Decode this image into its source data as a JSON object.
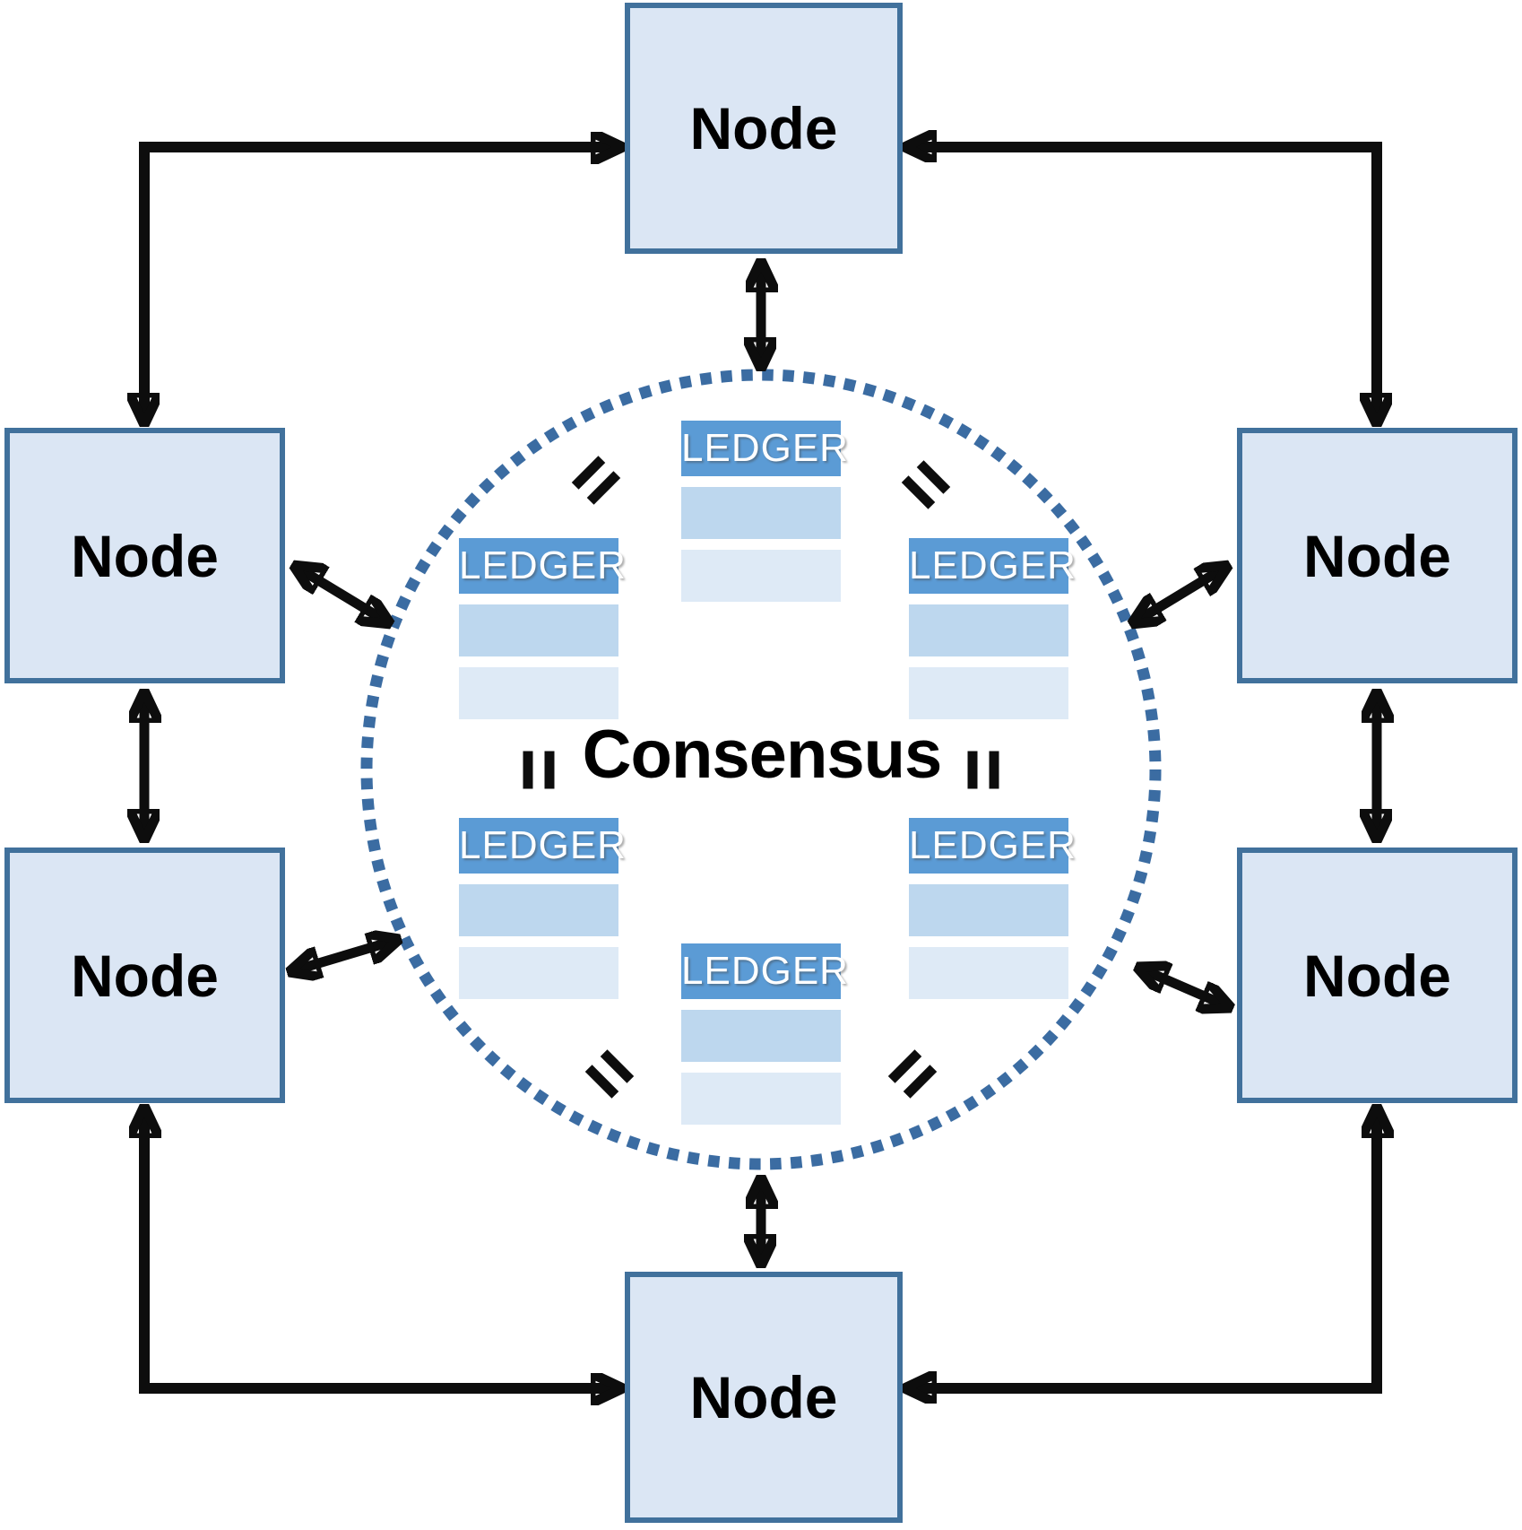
{
  "center": {
    "consensus_label": "Consensus"
  },
  "nodes": [
    {
      "id": "node-top",
      "label": "Node"
    },
    {
      "id": "node-left-upper",
      "label": "Node"
    },
    {
      "id": "node-right-upper",
      "label": "Node"
    },
    {
      "id": "node-left-lower",
      "label": "Node"
    },
    {
      "id": "node-right-lower",
      "label": "Node"
    },
    {
      "id": "node-bottom",
      "label": "Node"
    }
  ],
  "ledgers": [
    {
      "id": "ledger-top-center",
      "label": "LEDGER"
    },
    {
      "id": "ledger-upper-left",
      "label": "LEDGER"
    },
    {
      "id": "ledger-upper-right",
      "label": "LEDGER"
    },
    {
      "id": "ledger-lower-left",
      "label": "LEDGER"
    },
    {
      "id": "ledger-lower-right",
      "label": "LEDGER"
    },
    {
      "id": "ledger-bottom-center",
      "label": "LEDGER"
    }
  ],
  "edges": [
    {
      "from": "node-left-upper",
      "to": "node-top",
      "bidirectional": true,
      "style": "corner"
    },
    {
      "from": "node-top",
      "to": "node-right-upper",
      "bidirectional": true,
      "style": "corner"
    },
    {
      "from": "node-left-lower",
      "to": "node-bottom",
      "bidirectional": true,
      "style": "corner"
    },
    {
      "from": "node-bottom",
      "to": "node-right-lower",
      "bidirectional": true,
      "style": "corner"
    },
    {
      "from": "node-left-upper",
      "to": "node-left-lower",
      "bidirectional": true,
      "style": "straight"
    },
    {
      "from": "node-right-upper",
      "to": "node-right-lower",
      "bidirectional": true,
      "style": "straight"
    },
    {
      "from": "node-top",
      "to": "consensus",
      "bidirectional": true,
      "style": "straight"
    },
    {
      "from": "node-bottom",
      "to": "consensus",
      "bidirectional": true,
      "style": "straight"
    },
    {
      "from": "node-left-upper",
      "to": "consensus",
      "bidirectional": true,
      "style": "diagonal"
    },
    {
      "from": "node-right-upper",
      "to": "consensus",
      "bidirectional": true,
      "style": "diagonal"
    },
    {
      "from": "node-left-lower",
      "to": "consensus",
      "bidirectional": true,
      "style": "diagonal"
    },
    {
      "from": "node-right-lower",
      "to": "consensus",
      "bidirectional": true,
      "style": "diagonal"
    }
  ],
  "colors": {
    "node_fill": "#dbe6f4",
    "node_border": "#41719c",
    "ledger_header": "#5b9bd5",
    "ledger_row_medium": "#bdd7ee",
    "ledger_row_light": "#deeaf6",
    "ledger_text": "#ffffff",
    "circle_dots": "#3b6ca2",
    "arrow": "#0d0d0d",
    "label_text": "#000000"
  }
}
